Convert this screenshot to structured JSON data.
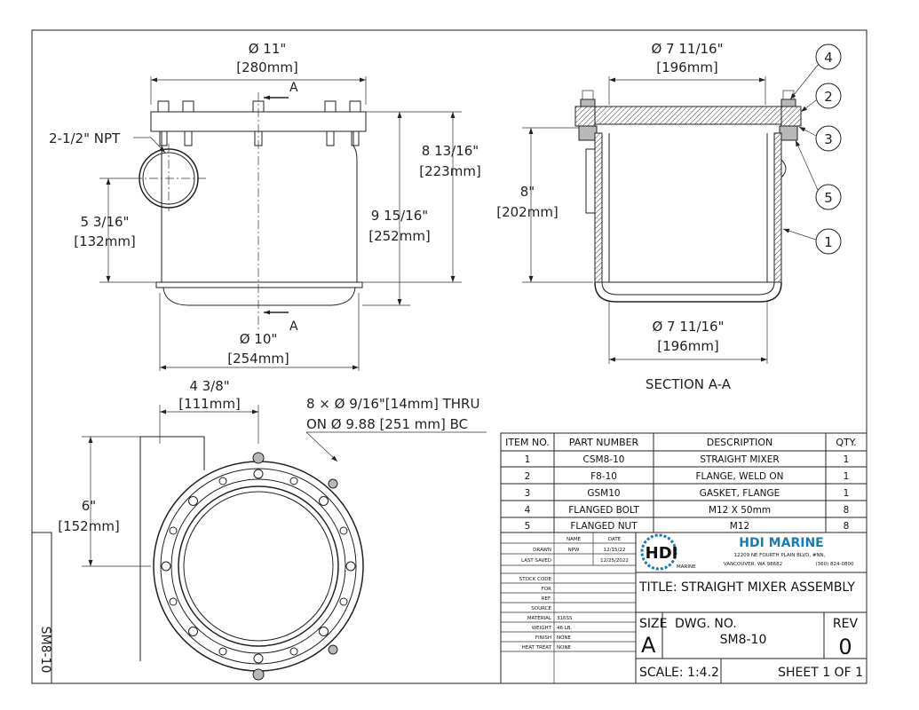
{
  "elevation": {
    "top_dim_a": "Ø 11\"",
    "top_dim_b": "[280mm]",
    "npt_label": "2-1/2\" NPT",
    "section_mark": "A",
    "left_dim_a": "5 3/16\"",
    "left_dim_b": "[132mm]",
    "inner_h_a": "9 15/16\"",
    "inner_h_b": "[252mm]",
    "outer_h_a": "8 13/16\"",
    "outer_h_b": "[223mm]",
    "bottom_dim_a": "Ø 10\"",
    "bottom_dim_b": "[254mm]"
  },
  "section": {
    "top_dim_a": "Ø 7 11/16\"",
    "top_dim_b": "[196mm]",
    "height_a": "8\"",
    "height_b": "[202mm]",
    "bottom_dim_a": "Ø 7 11/16\"",
    "bottom_dim_b": "[196mm]",
    "title": "SECTION A-A",
    "balloons": [
      "4",
      "2",
      "3",
      "5",
      "1"
    ]
  },
  "plan": {
    "offset_a": "4 3/8\"",
    "offset_b": "[111mm]",
    "bolt_note_1": "8 × Ø 9/16\"[14mm] THRU",
    "bolt_note_2": "ON Ø 9.88 [251 mm] BC",
    "height_a": "6\"",
    "height_b": "[152mm]"
  },
  "bom": {
    "headers": [
      "ITEM NO.",
      "PART NUMBER",
      "DESCRIPTION",
      "QTY."
    ],
    "rows": [
      [
        "1",
        "CSM8-10",
        "STRAIGHT MIXER",
        "1"
      ],
      [
        "2",
        "F8-10",
        "FLANGE, WELD ON",
        "1"
      ],
      [
        "3",
        "GSM10",
        "GASKET, FLANGE",
        "1"
      ],
      [
        "4",
        "FLANGED BOLT",
        "M12 X 50mm",
        "8"
      ],
      [
        "5",
        "FLANGED NUT",
        "M12",
        "8"
      ]
    ]
  },
  "title_block": {
    "name_hdr": "NAME",
    "date_hdr": "DATE",
    "drawn_lbl": "DRAWN",
    "drawn_name": "NPW",
    "drawn_date": "12/15/22",
    "saved_lbl": "LAST SAVED",
    "saved_date": "12/25/2022",
    "stock_lbl": "STOCK CODE",
    "for_lbl": "FOR",
    "ref_lbl": "REF.",
    "source_lbl": "SOURCE",
    "material_lbl": "MATERIAL",
    "material_val": "316SS",
    "weight_lbl": "WEIGHT",
    "weight_val": "46 LB.",
    "finish_lbl": "FINISH",
    "finish_val": "NONE",
    "heat_lbl": "HEAT TREAT",
    "heat_val": "NONE",
    "logo_text": "HDI",
    "logo_sub": "MARINE",
    "company": "HDI MARINE",
    "address_1": "12209 NE FOURTH PLAIN BLVD, #NN,",
    "address_2": "VANCOUVER, WA 98682",
    "phone": "(360) 824-0800",
    "title_text": "TITLE: STRAIGHT MIXER ASSEMBLY",
    "size_lbl": "SIZE",
    "size_val": "A",
    "dwg_lbl": "DWG.  NO.",
    "dwg_val": "SM8-10",
    "rev_lbl": "REV",
    "rev_val": "0",
    "scale": "SCALE: 1:4.2",
    "sheet": "SHEET 1 OF 1",
    "side_tag": "SM8-10"
  }
}
